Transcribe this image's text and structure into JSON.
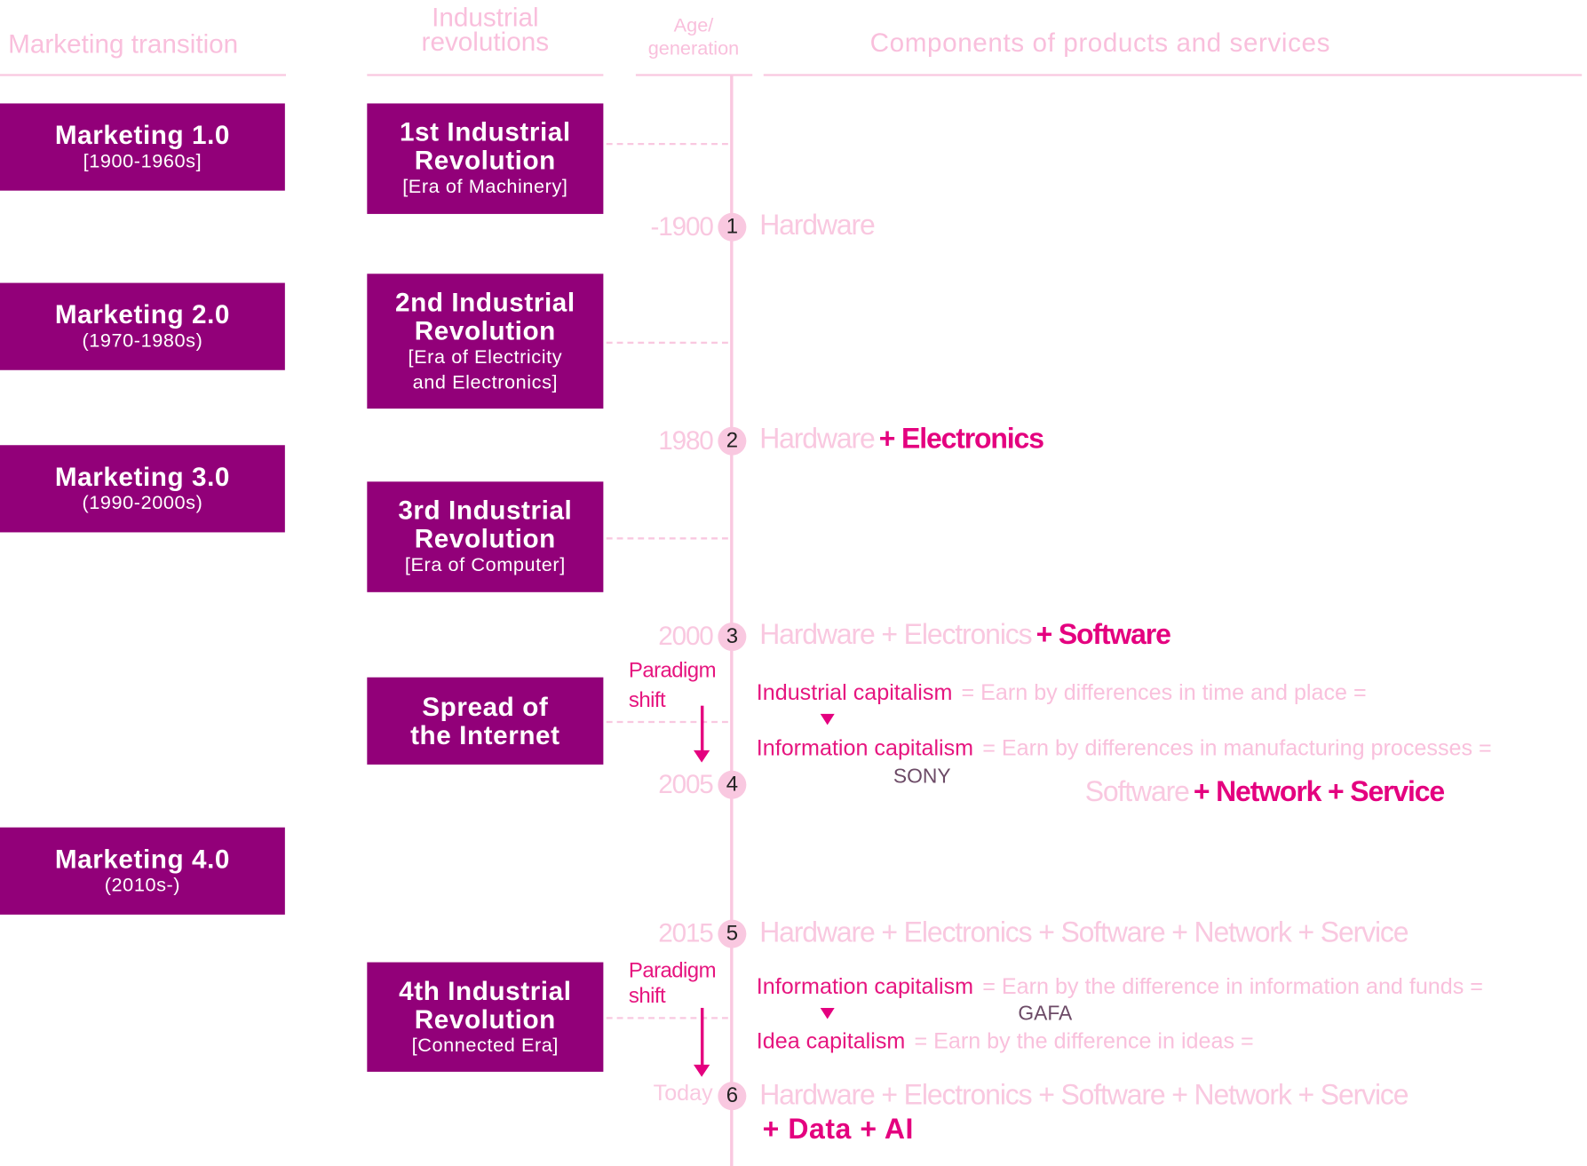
{
  "headers": {
    "marketing": "Marketing transition",
    "industrial_1": "Industrial",
    "industrial_2": "revolutions",
    "age_1": "Age/",
    "age_2": "generation",
    "components": "Components of products and services"
  },
  "marketing": [
    {
      "title": "Marketing 1.0",
      "years": "[1900-1960s]"
    },
    {
      "title": "Marketing 2.0",
      "years": "(1970-1980s)"
    },
    {
      "title": "Marketing 3.0",
      "years": "(1990-2000s)"
    },
    {
      "title": "Marketing 4.0",
      "years": "(2010s-)"
    }
  ],
  "revolutions": [
    {
      "l1": "1st Industrial",
      "l2": "Revolution",
      "sub1": "[Era of Machinery]"
    },
    {
      "l1": "2nd Industrial",
      "l2": "Revolution",
      "sub1": "[Era of Electricity",
      "sub2": "and Electronics]"
    },
    {
      "l1": "3rd Industrial",
      "l2": "Revolution",
      "sub1": "[Era of Computer]"
    },
    {
      "l1": "Spread of",
      "l2": "the Internet"
    },
    {
      "l1": "4th Industrial",
      "l2": "Revolution",
      "sub1": "[Connected Era]"
    }
  ],
  "generations": [
    {
      "num": "1",
      "year": "-1900"
    },
    {
      "num": "2",
      "year": "1980"
    },
    {
      "num": "3",
      "year": "2000"
    },
    {
      "num": "4",
      "year": "2005"
    },
    {
      "num": "5",
      "year": "2015"
    },
    {
      "num": "6",
      "year": "Today"
    }
  ],
  "components": {
    "g1": {
      "base": "Hardware"
    },
    "g2": {
      "base": "Hardware",
      "add": "+ Electronics"
    },
    "g3": {
      "base": "Hardware + Electronics",
      "add": "+ Software"
    },
    "g4": {
      "base": "Software",
      "add": "+ Network + Service"
    },
    "g5": {
      "base": "Hardware + Electronics  + Software + Network + Service"
    },
    "g6": {
      "base": "Hardware + Electronics  + Software + Network + Service",
      "add": "+ Data + AI"
    }
  },
  "paradigm": {
    "l1": "Paradigm",
    "l2": "shift"
  },
  "capitalism": {
    "industrial": "Industrial capitalism",
    "industrial_eq": "= Earn by differences in time and place =",
    "information": "Information capitalism",
    "information_eq": "= Earn by differences in manufacturing processes =",
    "example1": "SONY",
    "information2": "Information capitalism",
    "information2_eq": "= Earn by the difference in information and funds =",
    "example2": "GAFA",
    "idea": "Idea capitalism",
    "idea_eq": "= Earn by the difference in ideas ="
  },
  "colors": {
    "purple": "#920079",
    "light_pink": "#f9c8e0",
    "hot_pink": "#e4007f"
  }
}
